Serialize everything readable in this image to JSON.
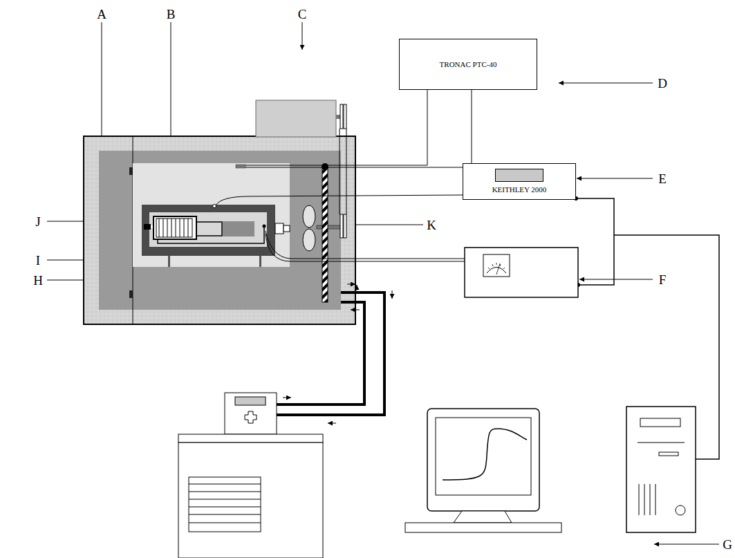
{
  "diagram": {
    "nodes": [
      {
        "text": [
          "TRONAC PTC-40"
        ]
      },
      {
        "text": [
          "KEITHLEY 2000"
        ]
      }
    ],
    "labels": [
      "A",
      "B",
      "C",
      "D",
      "E",
      "F",
      "G",
      "H",
      "I",
      "J",
      "K"
    ]
  }
}
